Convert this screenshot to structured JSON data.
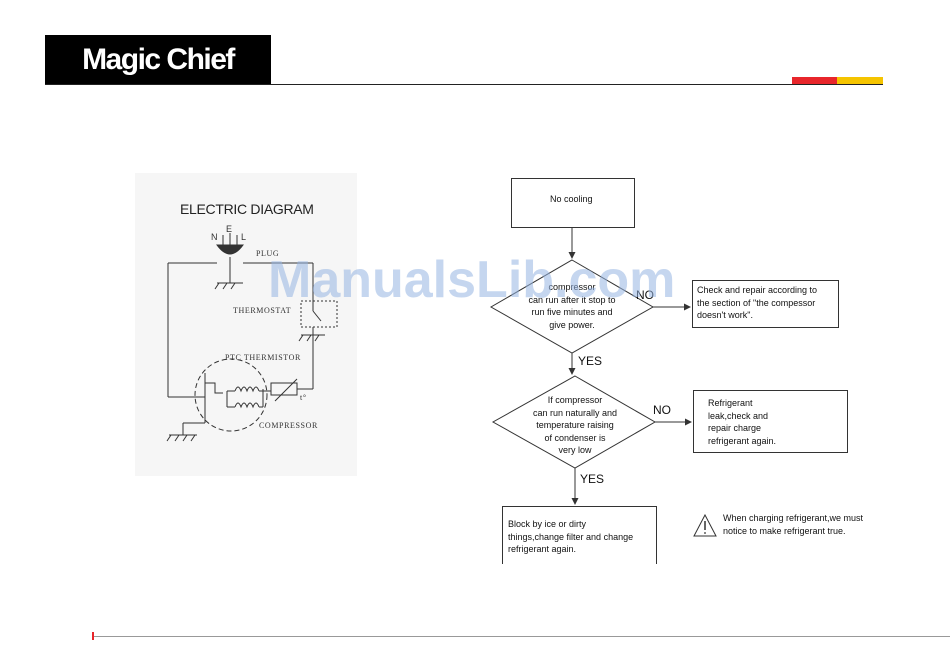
{
  "header": {
    "brand": "Magic Chief"
  },
  "electric_diagram": {
    "title": "ELECTRIC DIAGRAM",
    "labels": {
      "n": "N",
      "e": "E",
      "l": "L",
      "plug": "PLUG",
      "thermostat": "THERMOSTAT",
      "ptc": "PTC THERMISTOR",
      "t_symbol": "t°",
      "compressor": "COMPRESSOR"
    }
  },
  "flowchart": {
    "start": "No cooling",
    "decision1": [
      "compressor",
      "can run after it stop to",
      "run five minutes and",
      "give power."
    ],
    "decision1_no": "NO",
    "action1": [
      "Check and repair according to",
      "the section of \"the compessor",
      "doesn't work\"."
    ],
    "decision1_yes": "YES",
    "decision2": [
      "If compressor",
      "can run naturally and",
      "temperature raising",
      "of condenser is",
      "very low"
    ],
    "decision2_no": "NO",
    "action2": [
      "Refrigerant",
      "leak,check and",
      "repair charge",
      "refrigerant again."
    ],
    "decision2_yes": "YES",
    "action3": [
      "Block by ice or dirty",
      "things,change filter and change",
      "refrigerant again."
    ],
    "warning": [
      "When charging refrigerant,we must",
      "notice to make refrigerant true."
    ]
  },
  "watermark": "ManualsLib.com"
}
